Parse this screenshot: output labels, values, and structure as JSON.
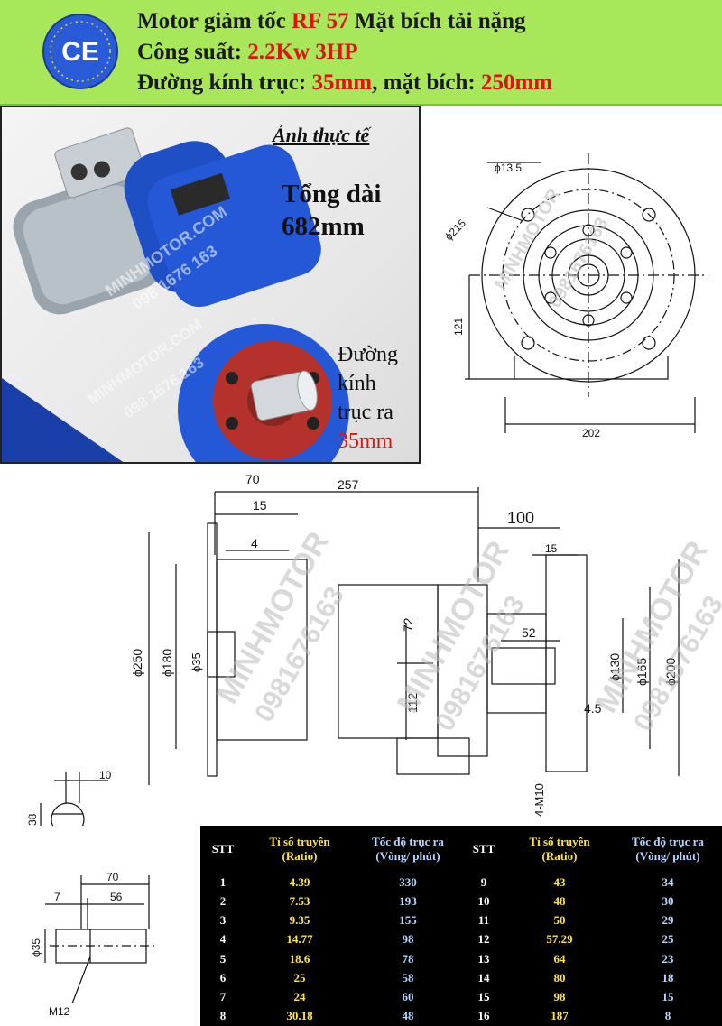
{
  "header": {
    "line1_prefix": "Motor giảm tốc ",
    "line1_model": "RF 57",
    "line1_suffix": " Mặt bích tải nặng",
    "line2_prefix": "Công suất: ",
    "line2_value": "2.2Kw 3HP",
    "line3_prefix": "Đường kính trục: ",
    "line3_shaft": "35mm",
    "line3_mid": ", mặt bích: ",
    "line3_flange": "250mm",
    "badge_text": "CE"
  },
  "photo": {
    "title": "Ảnh thực tế",
    "length_label": "Tổng dài",
    "length_value": "682mm",
    "shaft_label_1": "Đường",
    "shaft_label_2": "kính",
    "shaft_label_3": "trục ra",
    "shaft_value": "35mm",
    "watermark_brand": "MINHMOTOR.COM",
    "watermark_phone": "098 1676 163"
  },
  "front_view": {
    "d_hole": "ϕ13.5",
    "d_pcd": "ϕ215",
    "height": "121",
    "width": "202"
  },
  "side_view": {
    "dim_70": "70",
    "dim_257": "257",
    "dim_15": "15",
    "dim_4": "4",
    "dim_100": "100",
    "dim_15b": "15",
    "dim_52": "52",
    "dim_72": "72",
    "dim_112": "112",
    "dim_45": "4.5",
    "d_250": "ϕ250",
    "d_180": "ϕ180",
    "d_35": "ϕ35",
    "d_130": "ϕ130",
    "d_165": "ϕ165",
    "d_200": "ϕ200",
    "bolts": "4-M10",
    "key_w": "10",
    "key_h": "38",
    "shaft_len": "70",
    "shaft_7": "7",
    "shaft_56": "56",
    "shaft_d": "ϕ35",
    "thread": "M12"
  },
  "watermark": {
    "brand": "MINHMOTOR",
    "phone": "0981676163"
  },
  "ratio_table": {
    "headers": {
      "stt": "STT",
      "ratio_1": "Tỉ số truyền",
      "ratio_2": "(Ratio)",
      "speed_1": "Tốc độ trục ra",
      "speed_2": "(Vòng/ phút)"
    },
    "left": [
      {
        "stt": "1",
        "ratio": "4.39",
        "speed": "330"
      },
      {
        "stt": "2",
        "ratio": "7.53",
        "speed": "193"
      },
      {
        "stt": "3",
        "ratio": "9.35",
        "speed": "155"
      },
      {
        "stt": "4",
        "ratio": "14.77",
        "speed": "98"
      },
      {
        "stt": "5",
        "ratio": "18.6",
        "speed": "78"
      },
      {
        "stt": "6",
        "ratio": "25",
        "speed": "58"
      },
      {
        "stt": "7",
        "ratio": "24",
        "speed": "60"
      },
      {
        "stt": "8",
        "ratio": "30.18",
        "speed": "48"
      }
    ],
    "right": [
      {
        "stt": "9",
        "ratio": "43",
        "speed": "34"
      },
      {
        "stt": "10",
        "ratio": "48",
        "speed": "30"
      },
      {
        "stt": "11",
        "ratio": "50",
        "speed": "29"
      },
      {
        "stt": "12",
        "ratio": "57.29",
        "speed": "25"
      },
      {
        "stt": "13",
        "ratio": "64",
        "speed": "23"
      },
      {
        "stt": "14",
        "ratio": "80",
        "speed": "18"
      },
      {
        "stt": "15",
        "ratio": "98",
        "speed": "15"
      },
      {
        "stt": "16",
        "ratio": "187",
        "speed": "8"
      }
    ]
  },
  "colors": {
    "header_bg": "#a8e65a",
    "accent_red": "#e31212",
    "motor_blue": "#1f4fc4",
    "flange_red": "#b5312b",
    "table_yellow": "#ffe640",
    "table_blue": "#b8d8ff"
  }
}
